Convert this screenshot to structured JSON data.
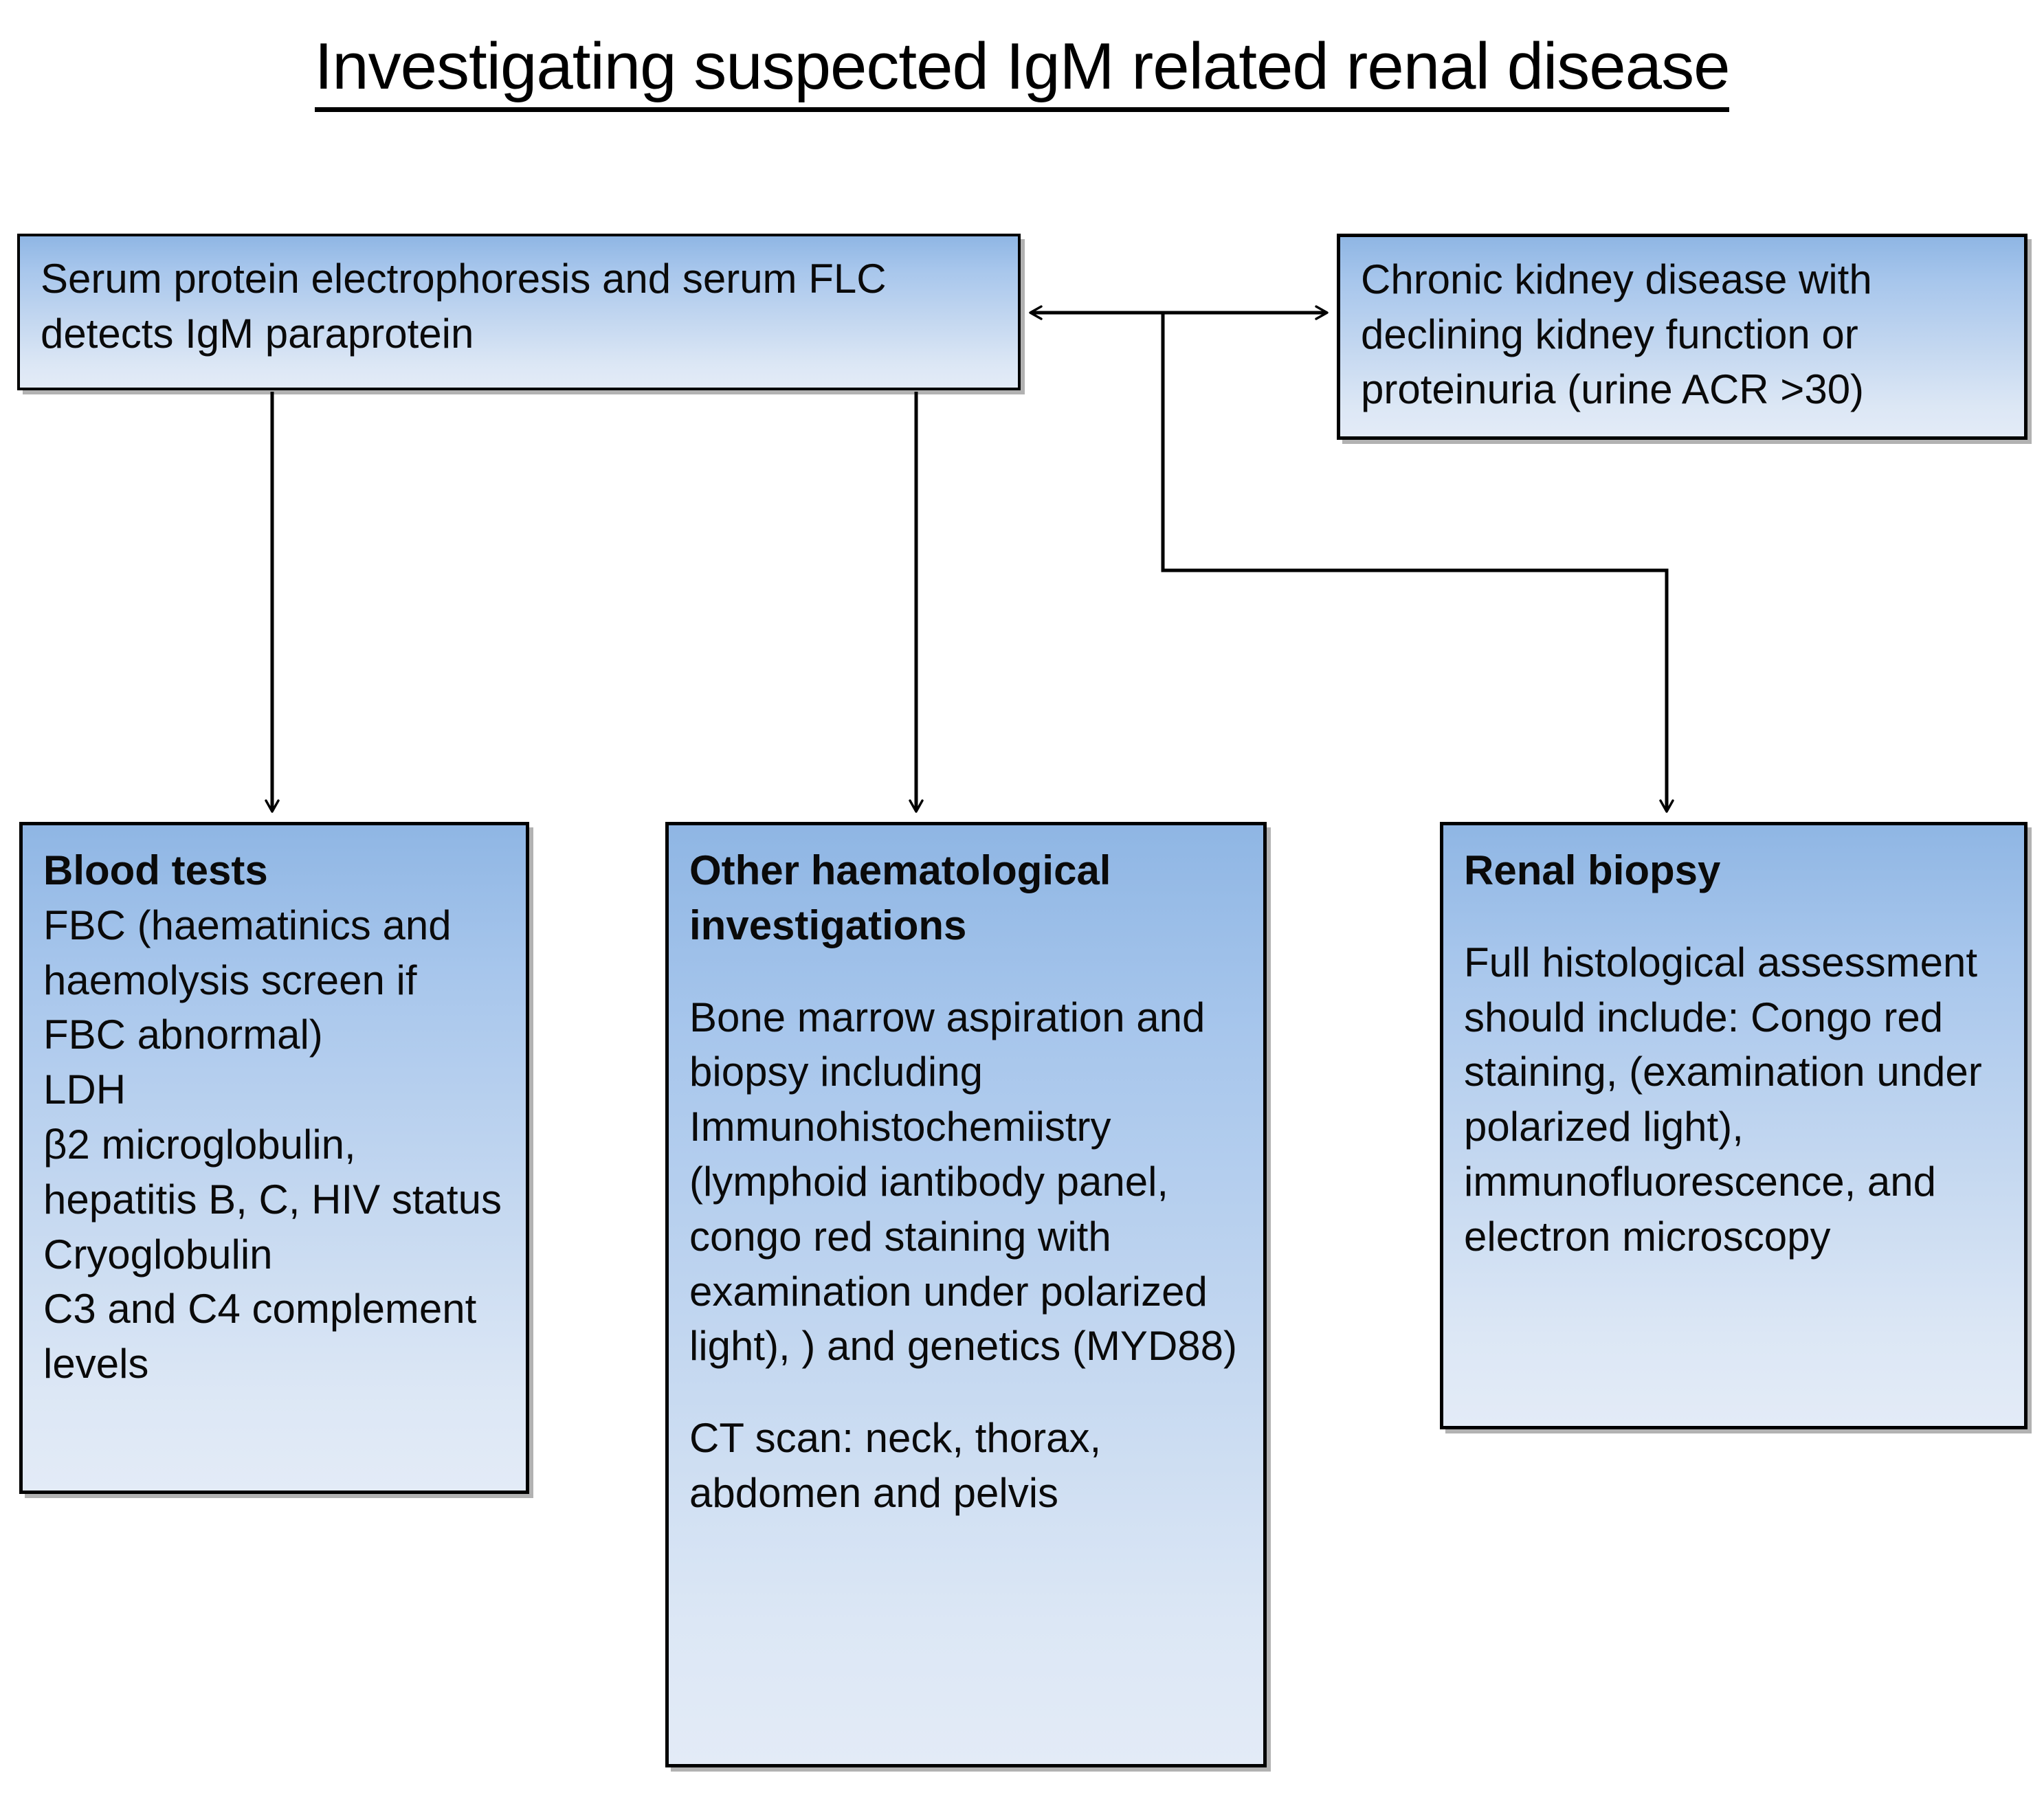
{
  "title": {
    "text": "Investigating suspected IgM related renal disease"
  },
  "boxes": {
    "spep": {
      "text": "Serum protein electrophoresis and serum FLC detects IgM paraprotein"
    },
    "ckd": {
      "text": "Chronic kidney disease with declining kidney function or proteinuria  (urine ACR >30)"
    },
    "blood_tests": {
      "heading": "Blood tests",
      "body": "FBC (haematinics and haemolysis screen if FBC abnormal)\nLDH\nβ2 microglobulin, hepatitis B, C, HIV status\nCryoglobulin\nC3 and C4 complement levels"
    },
    "other_haematological": {
      "heading": "Other haematological investigations",
      "body_1": "Bone marrow aspiration and biopsy including Immunohistochemiistry (lymphoid iantibody panel, congo red staining with examination under polarized light), ) and genetics (MYD88)",
      "body_2": "CT scan: neck, thorax, abdomen and pelvis"
    },
    "renal_biopsy": {
      "heading": "Renal biopsy",
      "body": "Full histological assessment should include: Congo red staining, (examination under polarized light), immunofluorescence,  and electron microscopy"
    }
  },
  "connectors": [
    {
      "name": "spep-to-ckd-bidirectional",
      "style": "double-headed-horizontal-arrow"
    },
    {
      "name": "spep-to-blood-tests",
      "style": "down-arrow"
    },
    {
      "name": "spep-to-other-haematological",
      "style": "down-arrow"
    },
    {
      "name": "junction-to-renal-biopsy",
      "style": "elbow-down-arrow"
    }
  ],
  "colors": {
    "box_fill_top": "#8FB6E4",
    "box_fill_bottom": "#E3EBF7",
    "box_border": "#000000",
    "text": "#000000",
    "page_background": "#FFFFFF"
  }
}
